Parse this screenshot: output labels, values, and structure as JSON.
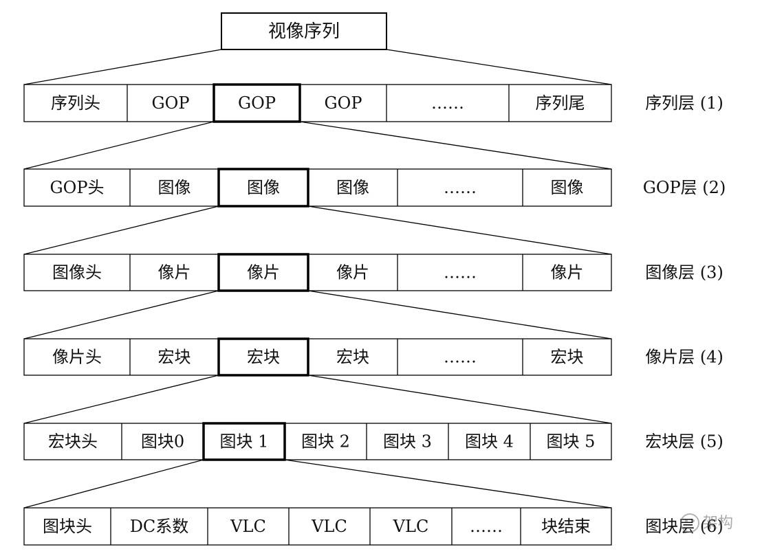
{
  "root": {
    "label": "视像序列"
  },
  "layers": [
    {
      "label": "序列层 (1)",
      "cells": [
        "序列头",
        "GOP",
        "GOP",
        "GOP",
        "……",
        "序列尾"
      ],
      "highlight": 2
    },
    {
      "label": "GOP层 (2)",
      "cells": [
        "GOP头",
        "图像",
        "图像",
        "图像",
        "……",
        "图像"
      ],
      "highlight": 2
    },
    {
      "label": "图像层 (3)",
      "cells": [
        "图像头",
        "像片",
        "像片",
        "像片",
        "……",
        "像片"
      ],
      "highlight": 2
    },
    {
      "label": "像片层 (4)",
      "cells": [
        "像片头",
        "宏块",
        "宏块",
        "宏块",
        "……",
        "宏块"
      ],
      "highlight": 2
    },
    {
      "label": "宏块层 (5)",
      "cells": [
        "宏块头",
        "图块0",
        "图块 1",
        "图块 2",
        "图块 3",
        "图块 4",
        "图块 5"
      ],
      "highlight": 2
    },
    {
      "label": "图块层 (6)",
      "cells": [
        "图块头",
        "DC系数",
        "VLC",
        "VLC",
        "VLC",
        "……",
        "块结束"
      ],
      "highlight": -1
    }
  ],
  "watermark": "架构"
}
